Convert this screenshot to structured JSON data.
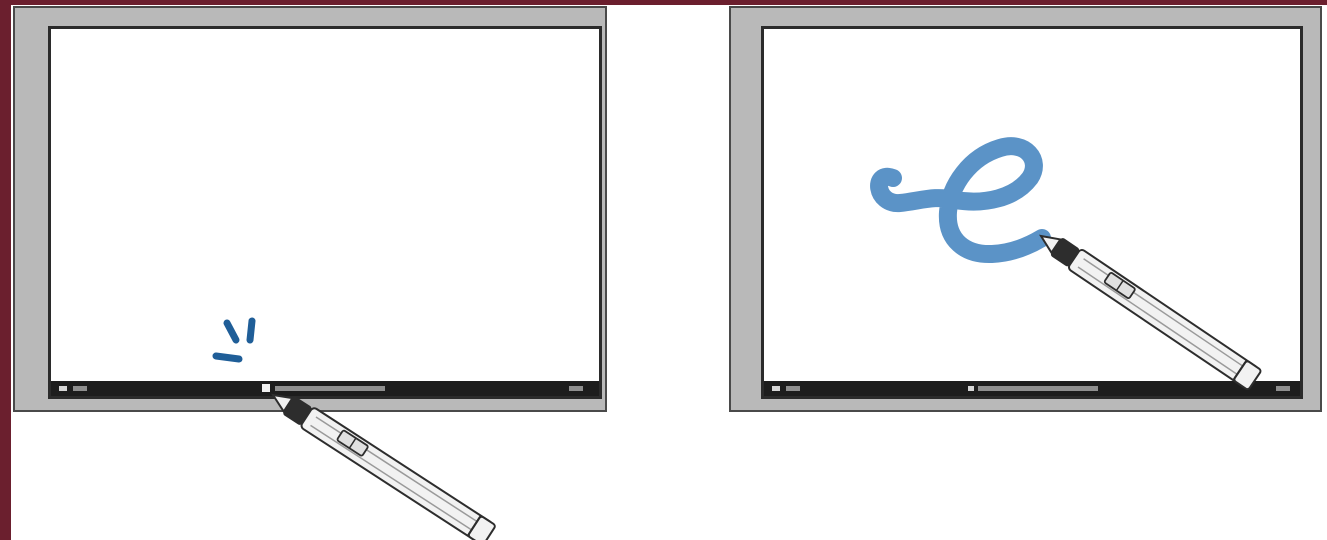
{
  "figure": {
    "panels": [
      {
        "id": "left",
        "description_key": "tap-taskbar"
      },
      {
        "id": "right",
        "description_key": "write-letter"
      }
    ],
    "colors": {
      "frame": "#b9b9b9",
      "frame_border": "#4a4a4a",
      "screen": "#ffffff",
      "taskbar": "#1d1d1d",
      "ink_left": "#1f5e98",
      "ink_right": "#5b93c7",
      "pen_body": "#f2f2f2",
      "pen_dark": "#2d2d2d",
      "background_accent": "#6b1f2e"
    },
    "icons": [
      "interactive-pen-icon",
      "tap-indicator-icon",
      "handwritten-e-stroke"
    ]
  }
}
